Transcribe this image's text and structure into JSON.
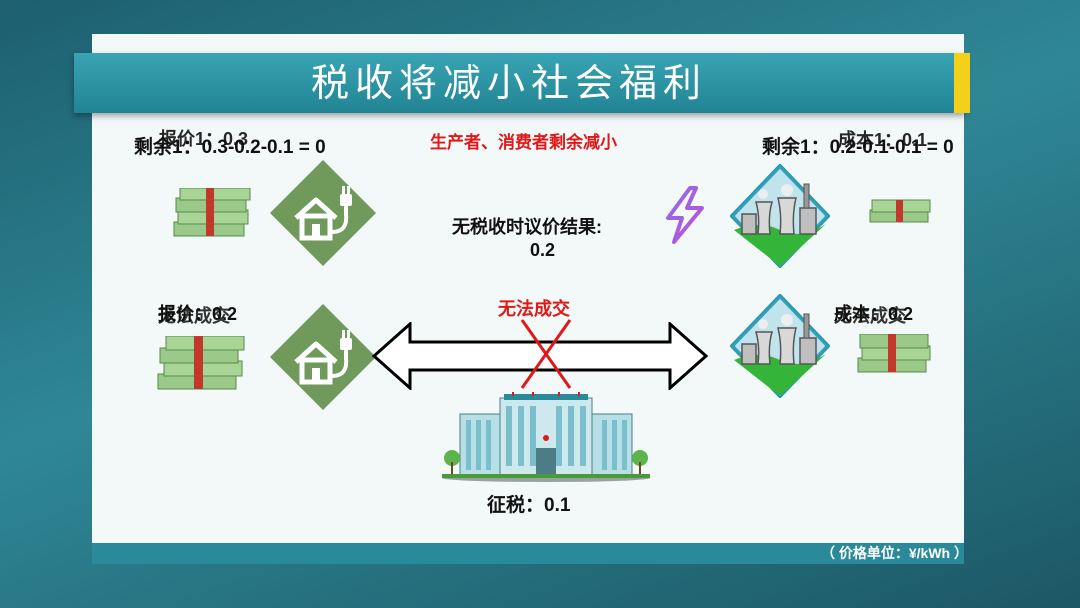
{
  "title": "税收将减小社会福利",
  "unit_note": "（ 价格单位：¥/kWh ）",
  "consumer": {
    "offer_label": "报价1：0.3",
    "surplus_label": "剩余1：0.3-0.2-0.1 = 0",
    "offer2_label": "报价：0.2",
    "no_deal_label": "无法成交"
  },
  "producer": {
    "cost_label": "成本1：0.1",
    "surplus_label": "剩余1：0.2-0.1-0.1 = 0",
    "cost2_label": "成本：0.2",
    "no_deal_label": "无法成交"
  },
  "center": {
    "surplus_decrease": "生产者、消费者剩余减小",
    "no_tax_result_line1": "无税收时议价结果:",
    "no_tax_result_line2": "0.2",
    "no_deal": "无法成交",
    "tax_label": "征税：0.1"
  },
  "colors": {
    "diamond_green": "#6f9a5c",
    "title_bar": "#2b93a3",
    "accent_yellow": "#f3d11a",
    "red_text": "#e01818",
    "money_green": "#9bc98a"
  },
  "icons": [
    "house-plug-icon",
    "power-plant-icon",
    "money-stack-icon",
    "lightning-icon",
    "government-building-icon",
    "double-arrow-icon",
    "red-x-icon"
  ]
}
